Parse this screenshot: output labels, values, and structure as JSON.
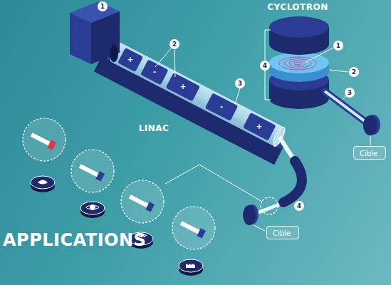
{
  "diagram": {
    "title": "APPLICATIONS",
    "nodes": [
      {
        "text": [
          "Cible"
        ]
      },
      {
        "text": [
          "Cible"
        ]
      }
    ],
    "labels": [
      "CYCLOTRON",
      "LINAC",
      "1",
      "2",
      "3",
      "4",
      "+",
      "-",
      "+",
      "-",
      "+",
      "1",
      "2",
      "3",
      "4"
    ]
  }
}
